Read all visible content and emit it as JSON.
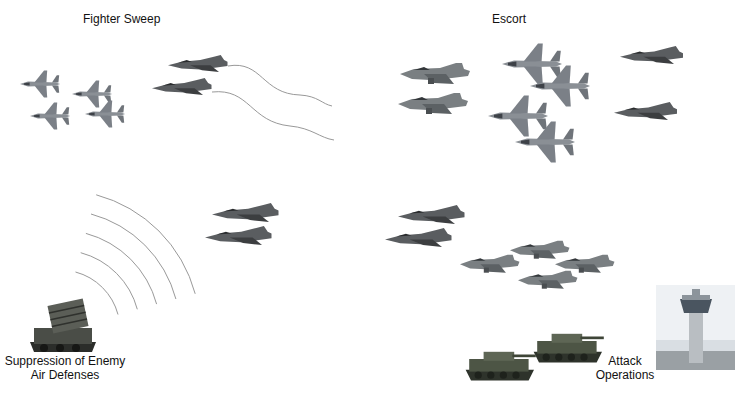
{
  "diagram": {
    "labels": [
      "Fighter Sweep",
      "Escort",
      "Suppression of Enemy Air Defenses",
      "Attack Operations"
    ]
  }
}
